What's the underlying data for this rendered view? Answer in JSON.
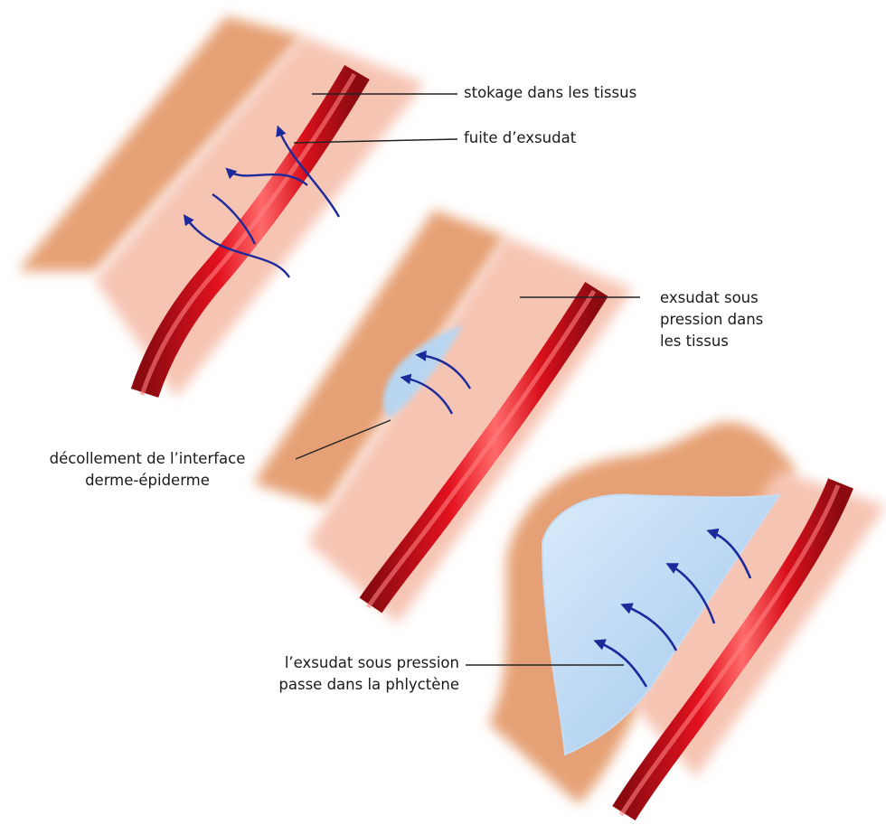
{
  "labels": {
    "stokage": "stokage dans les tissus",
    "fuite": "fuite d’exsudat",
    "exsudat_pression": [
      "exsudat sous",
      "pression dans",
      "les tissus"
    ],
    "decollement": [
      "décollement de l’interface",
      "derme-épiderme"
    ],
    "phlyctene": [
      "l’exsudat sous pression",
      "passe dans la phlyctène"
    ]
  },
  "colors": {
    "epidermis": "#e6a074",
    "dermis": "#f6c4b3",
    "vessel": "#d4101c",
    "vessel_highlight": "#ff5a5a",
    "exudate": "#b7d5f0",
    "arrow": "#1c2a9c",
    "leader_line": "#222222"
  }
}
